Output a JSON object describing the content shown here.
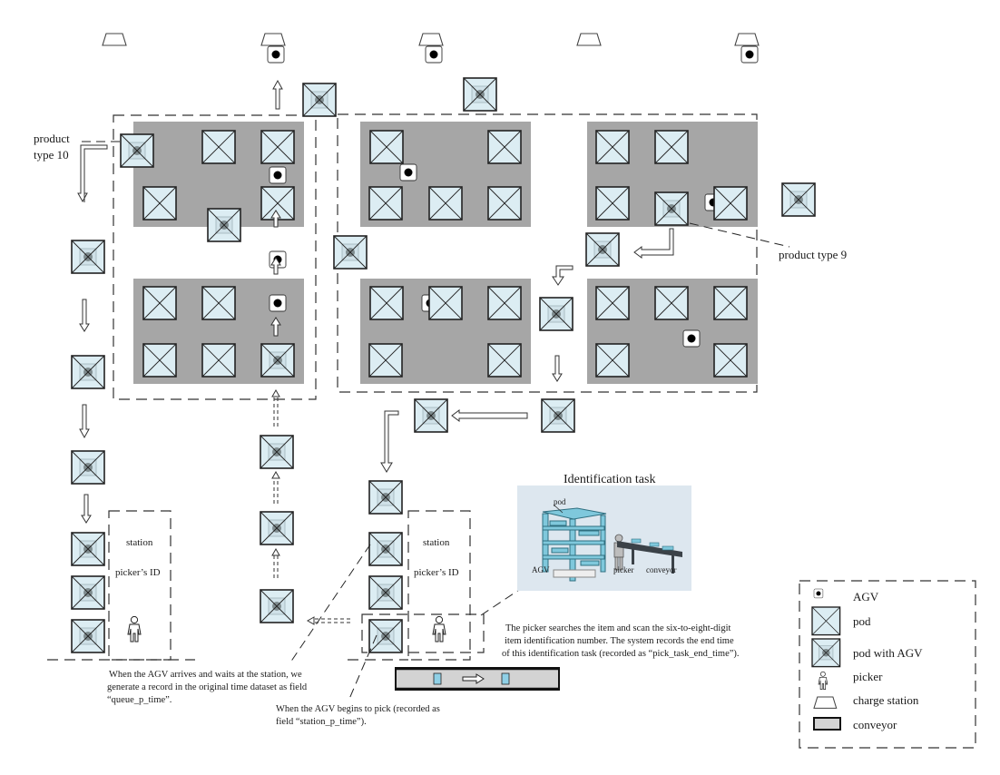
{
  "labels": {
    "product_type_10_line1": "product",
    "product_type_10_line2": "type 10",
    "product_type_9": "product type 9",
    "station_left_title": "station",
    "station_left_id": "picker’s ID",
    "station_right_title": "station",
    "station_right_id": "picker’s ID",
    "identification_task_title": "Identification task",
    "inset_pod": "pod",
    "inset_agv": "AGV",
    "inset_picker": "picker",
    "inset_conveyor": "conveyor"
  },
  "annotations": {
    "queue_line1": "When the AGV arrives and waits at the station, we",
    "queue_line2": "generate a record in the original time dataset as field",
    "queue_line3": "“queue_p_time”.",
    "station_line1": "When the AGV begins to pick (recorded as",
    "station_line2": "field “station_p_time”).",
    "pick_line1": "The picker searches the item and scan the six-to-eight-digit",
    "pick_line2": "item identification number. The system records the end time",
    "pick_line3": "of this identification task (recorded as “pick_task_end_time”)."
  },
  "legend": {
    "items": [
      {
        "icon": "agv-icon",
        "label": "AGV"
      },
      {
        "icon": "pod-icon",
        "label": "pod"
      },
      {
        "icon": "pod-with-agv-icon",
        "label": "pod with AGV"
      },
      {
        "icon": "picker-icon",
        "label": "picker"
      },
      {
        "icon": "charge-station-icon",
        "label": "charge station"
      },
      {
        "icon": "conveyor-icon",
        "label": "conveyor"
      }
    ]
  },
  "colors": {
    "storage_block": "#a6a6a6",
    "pod_fill": "#dcedf3",
    "pod_agv_center": "#7f8c8f",
    "conveyor_fill": "#d3d3d3",
    "inset_bg": "#dde7ef",
    "inset_rack": "#7fc8dc"
  }
}
